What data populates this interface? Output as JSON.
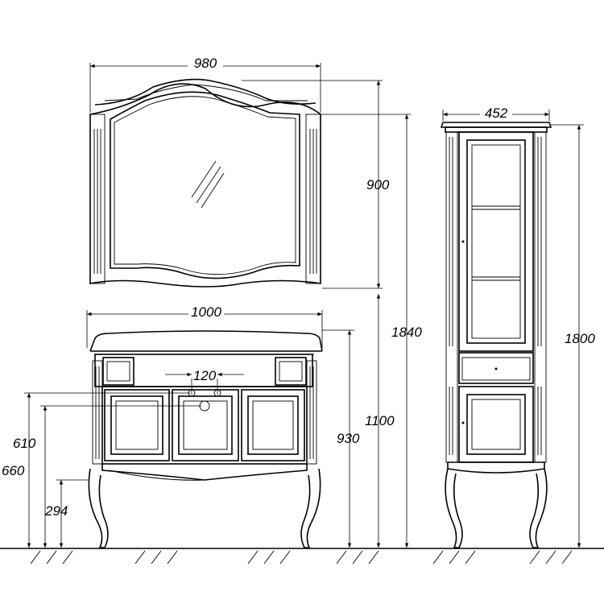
{
  "dimensions": {
    "mirror_width": "980",
    "mirror_height": "900",
    "cabinet_width": "1000",
    "tap_spacing": "120",
    "height_610": "610",
    "height_660": "660",
    "height_294": "294",
    "height_930": "930",
    "height_1100": "1100",
    "height_1840": "1840",
    "column_width": "452",
    "column_height": "1800"
  }
}
